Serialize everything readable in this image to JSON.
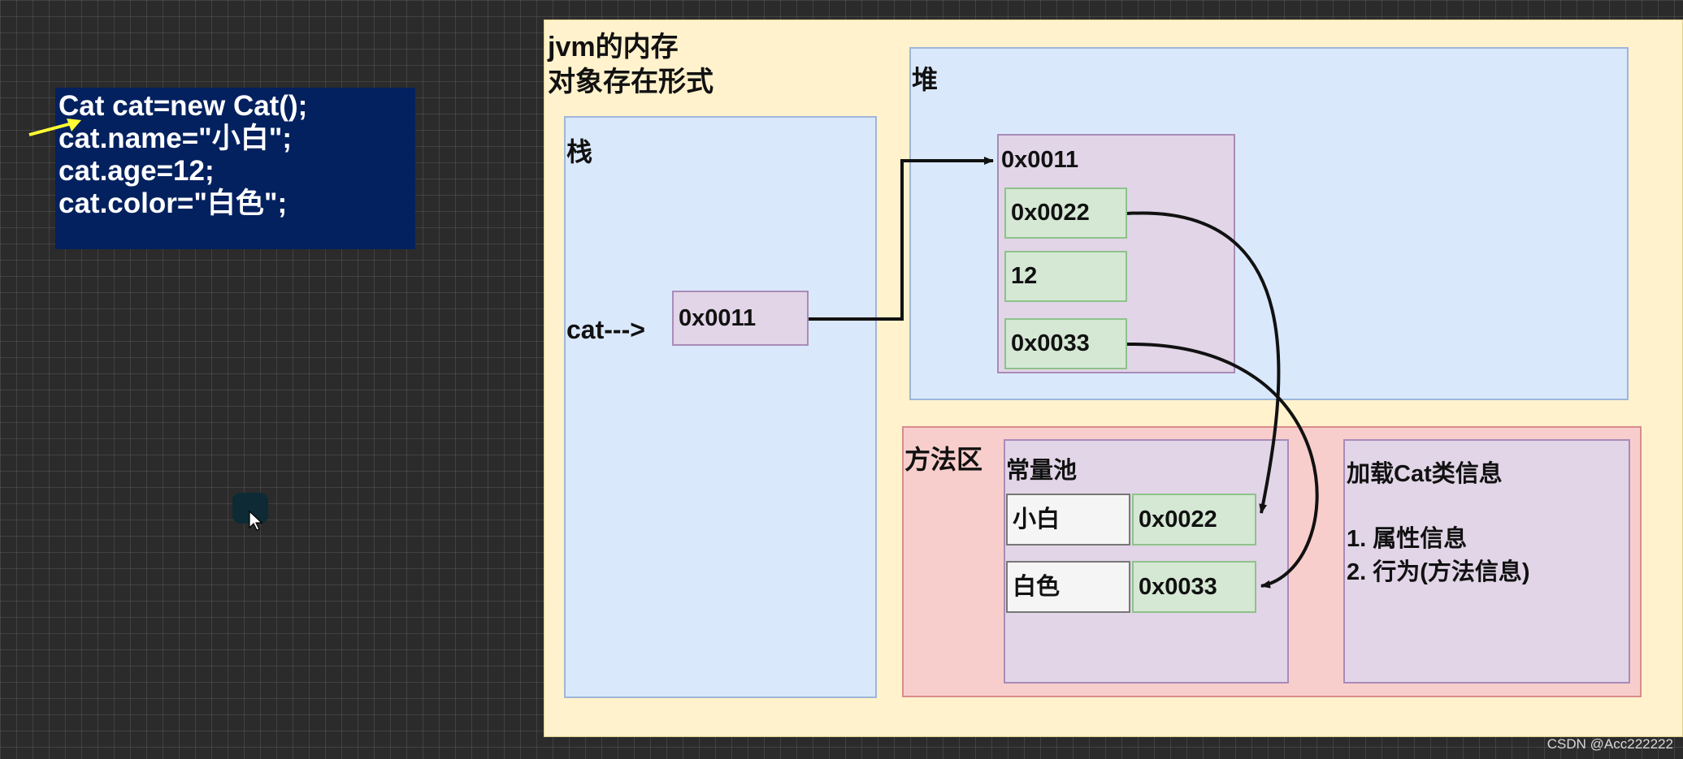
{
  "code": {
    "lines": [
      "Cat cat=new Cat();",
      "cat.name=\"小白\";",
      "cat.age=12;",
      "cat.color=\"白色\";"
    ]
  },
  "jvm": {
    "title_line1": "jvm的内存",
    "title_line2": "对象存在形式"
  },
  "stack": {
    "label": "栈",
    "var_label": "cat--->",
    "ref_value": "0x0011"
  },
  "heap": {
    "label": "堆",
    "object_address": "0x0011",
    "fields": [
      "0x0022",
      "12",
      "0x0033"
    ]
  },
  "method_area": {
    "label": "方法区",
    "constant_pool": {
      "label": "常量池",
      "entries": [
        {
          "text": "小白",
          "address": "0x0022"
        },
        {
          "text": "白色",
          "address": "0x0033"
        }
      ]
    },
    "class_info": {
      "title": "加载Cat类信息",
      "items": [
        "1. 属性信息",
        "2. 行为(方法信息)"
      ]
    }
  },
  "watermark": "CSDN @Acc222222",
  "colors": {
    "code_bg": "#03215f",
    "jvm_bg": "#fff2cc",
    "stack_heap_bg": "#dae8fc",
    "method_bg": "#f8cecc",
    "object_bg": "#e1d5e7",
    "field_bg": "#d5e8d4"
  }
}
